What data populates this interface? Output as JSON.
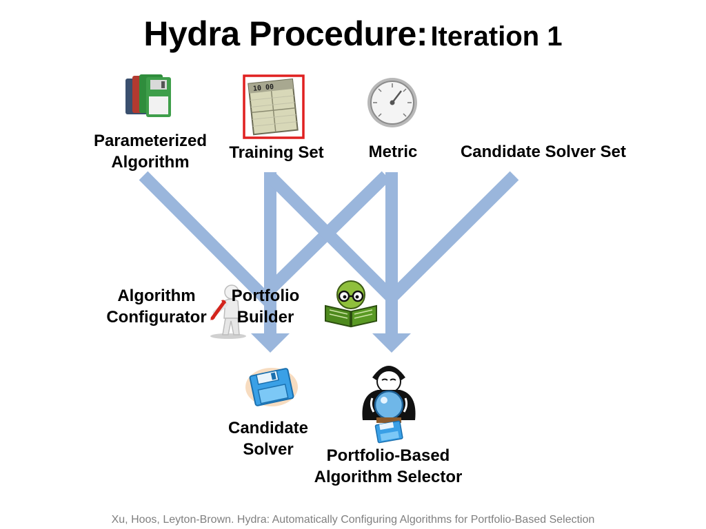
{
  "title": {
    "main": "Hydra Procedure:",
    "sub": "Iteration 1"
  },
  "inputs": {
    "parameterized_algorithm": [
      "Parameterized",
      "Algorithm"
    ],
    "training_set": "Training Set",
    "metric": "Metric",
    "candidate_solver_set": "Candidate Solver Set"
  },
  "processes": {
    "algorithm_configurator": [
      "Algorithm",
      "Configurator"
    ],
    "portfolio_builder": [
      "Portfolio",
      "Builder"
    ]
  },
  "outputs": {
    "candidate_solver": [
      "Candidate",
      "Solver"
    ],
    "portfolio_selector": [
      "Portfolio-Based",
      "Algorithm Selector"
    ]
  },
  "citation": "Xu, Hoos, Leyton-Brown. Hydra: Automatically Configuring Algorithms for Portfolio-Based Selection",
  "colors": {
    "arrow": "#9ab6dc",
    "highlight_box": "#e02020",
    "citation": "#7f7f7f"
  },
  "icons": {
    "parameterized_algorithm": "floppy-disk-stack-icon",
    "training_set": "spreadsheet-document-icon",
    "metric": "gauge-icon",
    "algorithm_configurator": "figure-with-wrench-icon",
    "portfolio_builder": "reading-character-icon",
    "candidate_solver": "blue-floppy-disk-icon",
    "portfolio_selector": "fortune-teller-crystal-ball-icon"
  }
}
